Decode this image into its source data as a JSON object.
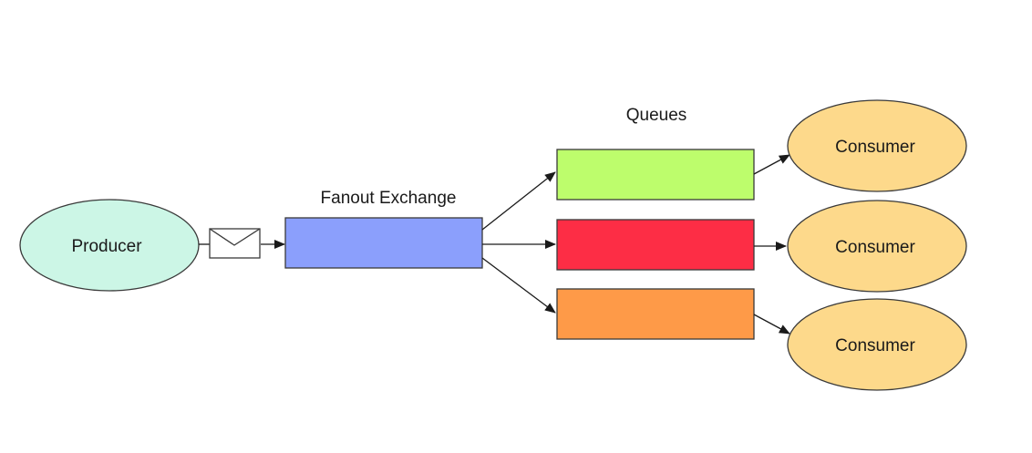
{
  "diagram": {
    "producer": {
      "label": "Producer",
      "fill": "#ccf6e6"
    },
    "message": {
      "icon": "envelope-icon"
    },
    "exchange": {
      "title": "Fanout Exchange",
      "fill": "#8b9ffc"
    },
    "queues": {
      "title": "Queues",
      "items": [
        {
          "fill": "#bdfd6c"
        },
        {
          "fill": "#fd2d45"
        },
        {
          "fill": "#fe9a48"
        }
      ]
    },
    "consumers": [
      {
        "label": "Consumer",
        "fill": "#fdd98b"
      },
      {
        "label": "Consumer",
        "fill": "#fdd98b"
      },
      {
        "label": "Consumer",
        "fill": "#fdd98b"
      }
    ]
  }
}
